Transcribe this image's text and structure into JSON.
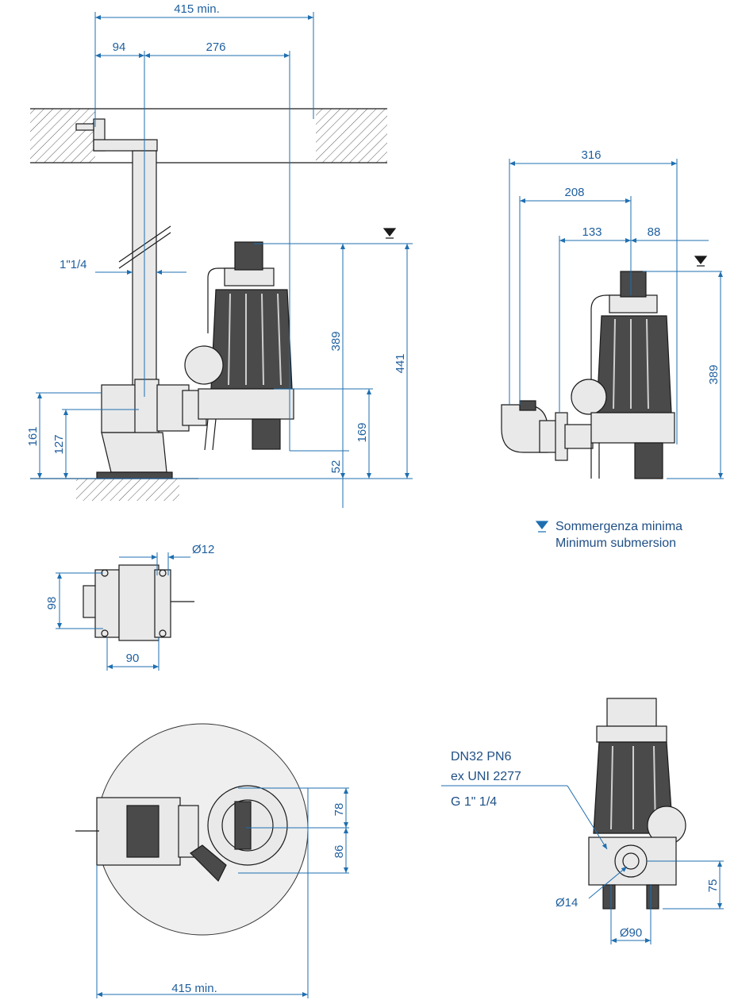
{
  "side_view": {
    "dims": {
      "d415_top": "415 min.",
      "d94": "94",
      "d276": "276",
      "pipe": "1\"1/4",
      "d389": "389",
      "d441": "441",
      "d161": "161",
      "d127": "127",
      "d169": "169",
      "d52": "52"
    }
  },
  "right_view": {
    "dims": {
      "d316": "316",
      "d208": "208",
      "d133": "133",
      "d88": "88",
      "d389": "389"
    }
  },
  "legend": {
    "line1": "Sommergenza minima",
    "line2": "Minimum submersion"
  },
  "base_plan": {
    "dims": {
      "d12": "Ø12",
      "d98": "98",
      "d90": "90"
    }
  },
  "top_plan": {
    "dims": {
      "d415_bottom": "415 min.",
      "d78": "78",
      "d86": "86"
    }
  },
  "front_view": {
    "labels": {
      "flange1": "DN32 PN6",
      "flange2": "ex UNI 2277",
      "thread": "G 1\" 1/4"
    },
    "dims": {
      "d14": "Ø14",
      "d90": "Ø90",
      "d75": "75"
    }
  }
}
